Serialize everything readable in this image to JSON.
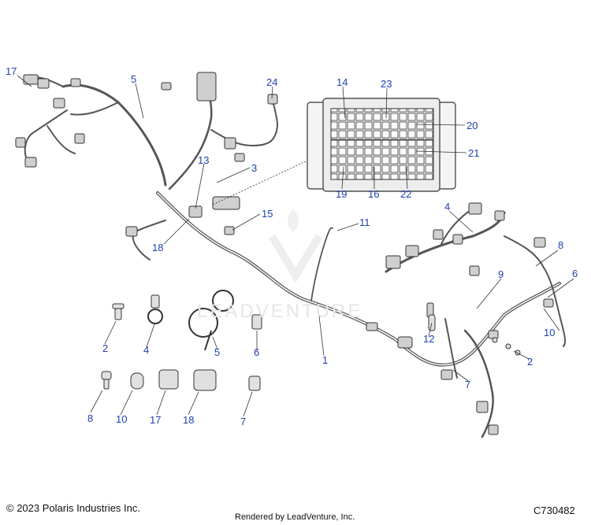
{
  "callouts": [
    {
      "label": "17"
    },
    {
      "label": "5"
    },
    {
      "label": "24"
    },
    {
      "label": "14"
    },
    {
      "label": "23"
    },
    {
      "label": "20"
    },
    {
      "label": "21"
    },
    {
      "label": "13"
    },
    {
      "label": "3"
    },
    {
      "label": "19"
    },
    {
      "label": "16"
    },
    {
      "label": "22"
    },
    {
      "label": "15"
    },
    {
      "label": "11"
    },
    {
      "label": "18"
    },
    {
      "label": "4"
    },
    {
      "label": "8"
    },
    {
      "label": "9"
    },
    {
      "label": "6"
    },
    {
      "label": "10"
    },
    {
      "label": "12"
    },
    {
      "label": "2"
    },
    {
      "label": "7"
    },
    {
      "label": "1"
    },
    {
      "label": "2"
    },
    {
      "label": "4"
    },
    {
      "label": "5"
    },
    {
      "label": "6"
    },
    {
      "label": "8"
    },
    {
      "label": "10"
    },
    {
      "label": "17"
    },
    {
      "label": "18"
    },
    {
      "label": "7"
    }
  ],
  "watermark": {
    "text": "LEADVENTURE"
  },
  "footer": {
    "copyright": "© 2023 Polaris Industries Inc.",
    "rendered_by": "Rendered by LeadVenture, Inc.",
    "diagram_id": "C730482"
  },
  "colors": {
    "callout": "#1f3fb0",
    "line": "#333333",
    "harness": "#555555"
  }
}
